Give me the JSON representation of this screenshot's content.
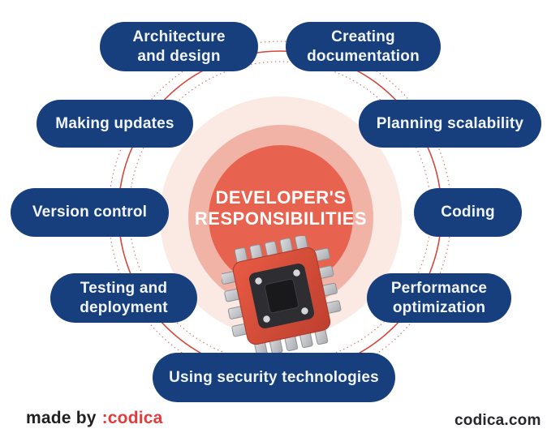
{
  "title": {
    "text": "DEVELOPER'S\nRESPONSIBILITIES"
  },
  "bubbles": [
    {
      "id": "architecture-and-design",
      "label": "Architecture\nand design"
    },
    {
      "id": "creating-documentation",
      "label": "Creating\ndocumentation"
    },
    {
      "id": "making-updates",
      "label": "Making updates"
    },
    {
      "id": "planning-scalability",
      "label": "Planning scalability"
    },
    {
      "id": "version-control",
      "label": "Version control"
    },
    {
      "id": "coding",
      "label": "Coding"
    },
    {
      "id": "testing-and-deployment",
      "label": "Testing and\ndeployment"
    },
    {
      "id": "performance-optimization",
      "label": "Performance\noptimization"
    },
    {
      "id": "using-security-technologies",
      "label": "Using security technologies"
    }
  ],
  "center_icon": "microchip",
  "footer": {
    "made_by": "made by",
    "brand": ":codica",
    "website": "codica.com"
  },
  "colors": {
    "bubble_blue": "#173F7D",
    "center_red": "#E7634F",
    "ring_mid": "#F2B3A7",
    "ring_outer": "#FBE9E4",
    "orbit_line_red": "#D4473B",
    "brand_red": "#E23B3B"
  }
}
